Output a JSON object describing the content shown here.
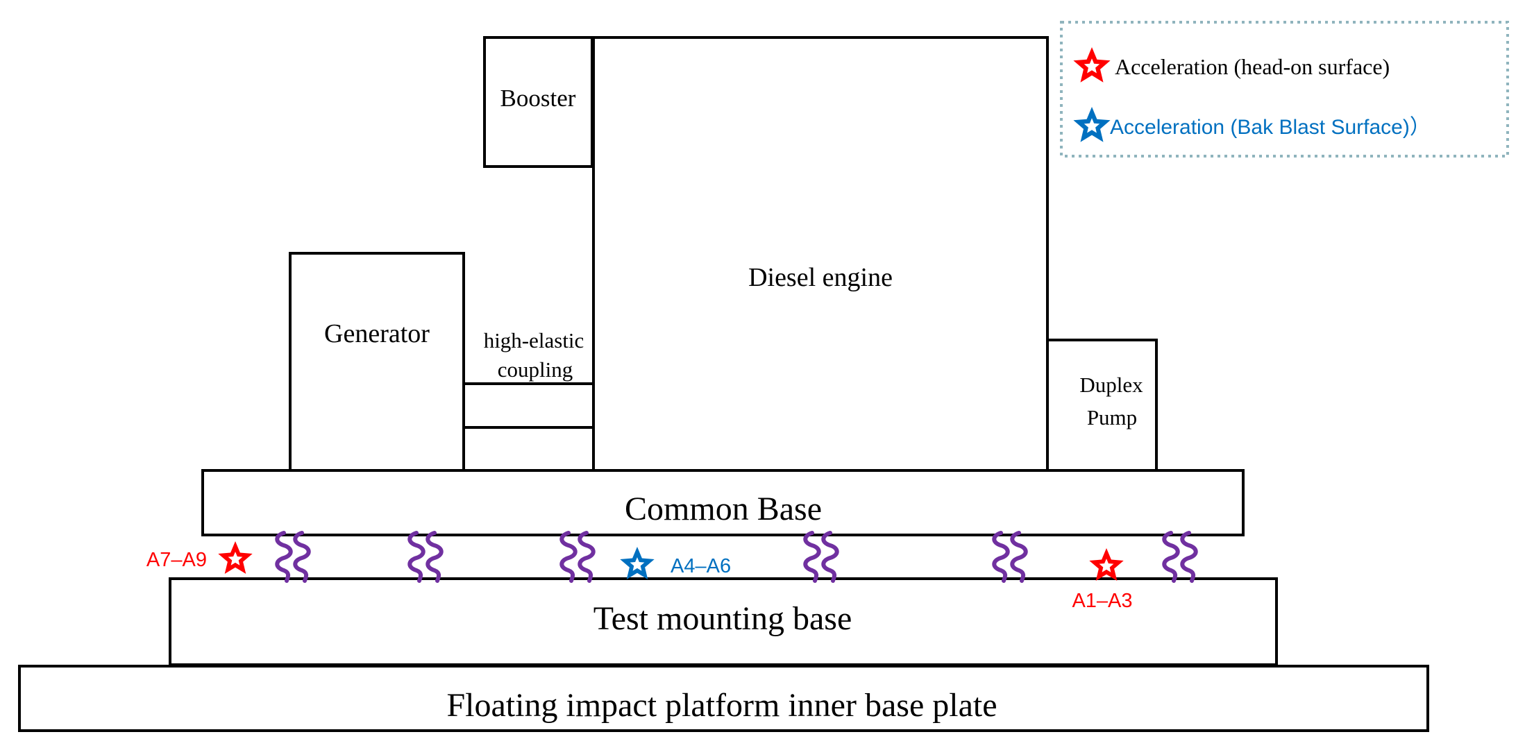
{
  "components": {
    "booster": "Booster",
    "diesel_engine": "Diesel engine",
    "generator": "Generator",
    "coupling_line1": "high-elastic",
    "coupling_line2": "coupling",
    "pump_line1": "Duplex",
    "pump_line2": "Pump",
    "common_base": "Common Base",
    "test_base": "Test mounting base",
    "platform": "Floating impact platform inner base plate"
  },
  "legend": {
    "items": [
      {
        "label": "Acceleration (head-on surface)",
        "color": "#ff0000"
      },
      {
        "label": "Acceleration (Bak Blast Surface)）",
        "color": "#0070c0"
      }
    ],
    "border_color": "#8fb4bd"
  },
  "sensors": [
    {
      "label": "A7–A9",
      "color": "#ff0000"
    },
    {
      "label": "A4–A6",
      "color": "#0070c0"
    },
    {
      "label": "A1–A3",
      "color": "#ff0000"
    }
  ],
  "colors": {
    "spring": "#7030a0",
    "head_on": "#ff0000",
    "back_blast": "#0070c0"
  },
  "icons": {
    "sensor": "star-icon",
    "isolator": "spring-isolator-icon"
  }
}
